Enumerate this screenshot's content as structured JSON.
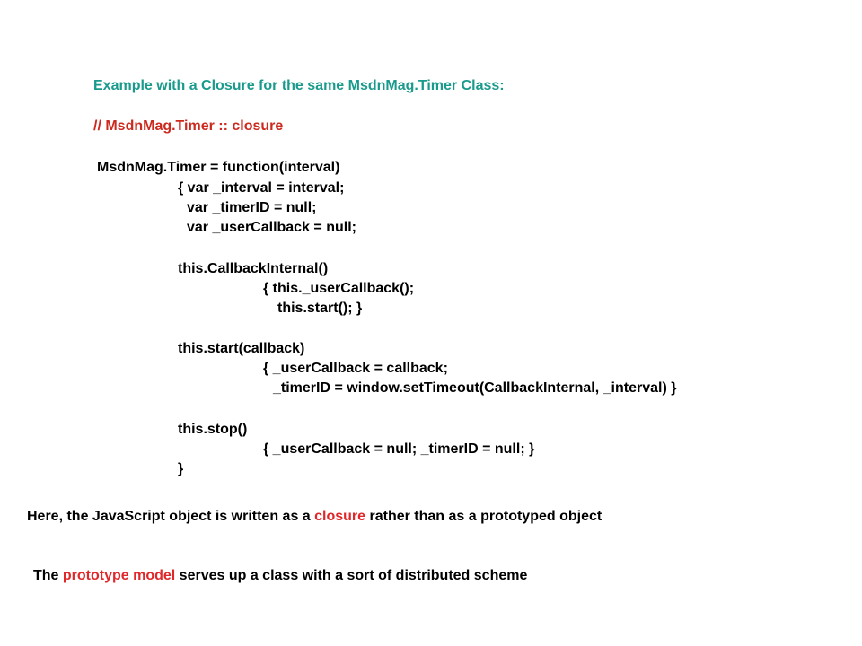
{
  "colors": {
    "heading": "#1a9a8c",
    "code_comment": "#cc2a1f",
    "text": "#000000",
    "highlight": "#e0282b"
  },
  "heading": "Example with a Closure for the same MsdnMag.Timer Class:",
  "code": {
    "comment": "// MsdnMag.Timer :: closure",
    "lines": [
      "MsdnMag.Timer = function(interval)",
      "{ var _interval = interval;",
      "var _timerID = null;",
      "var _userCallback = null;",
      "this.CallbackInternal()",
      "{ this._userCallback();",
      "this.start(); }",
      "this.start(callback)",
      "{ _userCallback = callback;",
      "_timerID = window.setTimeout(CallbackInternal, _interval) }",
      "this.stop()",
      "{ _userCallback = null; _timerID = null; }",
      "}"
    ]
  },
  "notes": [
    {
      "before": "Here, the JavaScript object is written as a ",
      "highlight": "closure",
      "after": " rather than as a prototyped object"
    },
    {
      "before": "The ",
      "highlight": "prototype model",
      "after": " serves up a class with a sort of distributed scheme"
    }
  ]
}
